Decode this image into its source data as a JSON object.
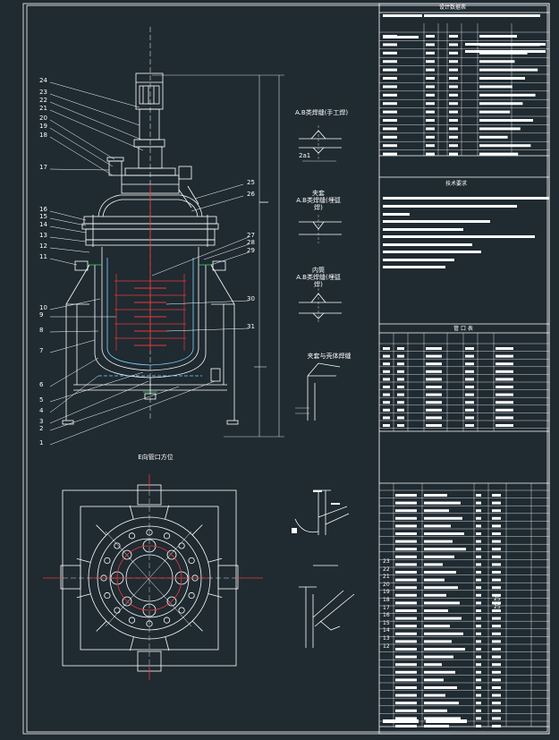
{
  "sheet": {
    "background": "#1f2a31",
    "line": "#ffffff",
    "accent_red": "#e83a3a",
    "accent_cyan": "#7fd8ff",
    "accent_green": "#39d35a"
  },
  "part_numbers_left": [
    "24",
    "23",
    "22",
    "21",
    "20",
    "19",
    "18",
    "17",
    "16",
    "15",
    "14",
    "13",
    "12",
    "11",
    "10",
    "9",
    "8",
    "7",
    "6",
    "5",
    "4",
    "3",
    "2",
    "1"
  ],
  "part_numbers_right": [
    "25",
    "26",
    "27",
    "28",
    "29",
    "30",
    "31"
  ],
  "detail_views": [
    {
      "title": "A.B类焊缝(手工焊)",
      "note": "2a1"
    },
    {
      "title": "夹套\nA.B类焊缝(埋弧焊)",
      "note": ""
    },
    {
      "title": "内筒\nA.B类焊缝(埋弧焊)",
      "note": ""
    },
    {
      "title": "夹套与壳体焊缝",
      "note": ""
    }
  ],
  "plan_view_title": "E向管口方位",
  "tables": {
    "design_data_title": "设计数据表",
    "technical_requirements_title": "技术要求",
    "nozzle_table_title": "管 口 表",
    "parts_list_numbers": [
      "23",
      "22",
      "21",
      "20",
      "19",
      "18",
      "17",
      "16",
      "15",
      "14",
      "13",
      "12"
    ],
    "parts_list_qty": [
      "25",
      "25"
    ]
  }
}
